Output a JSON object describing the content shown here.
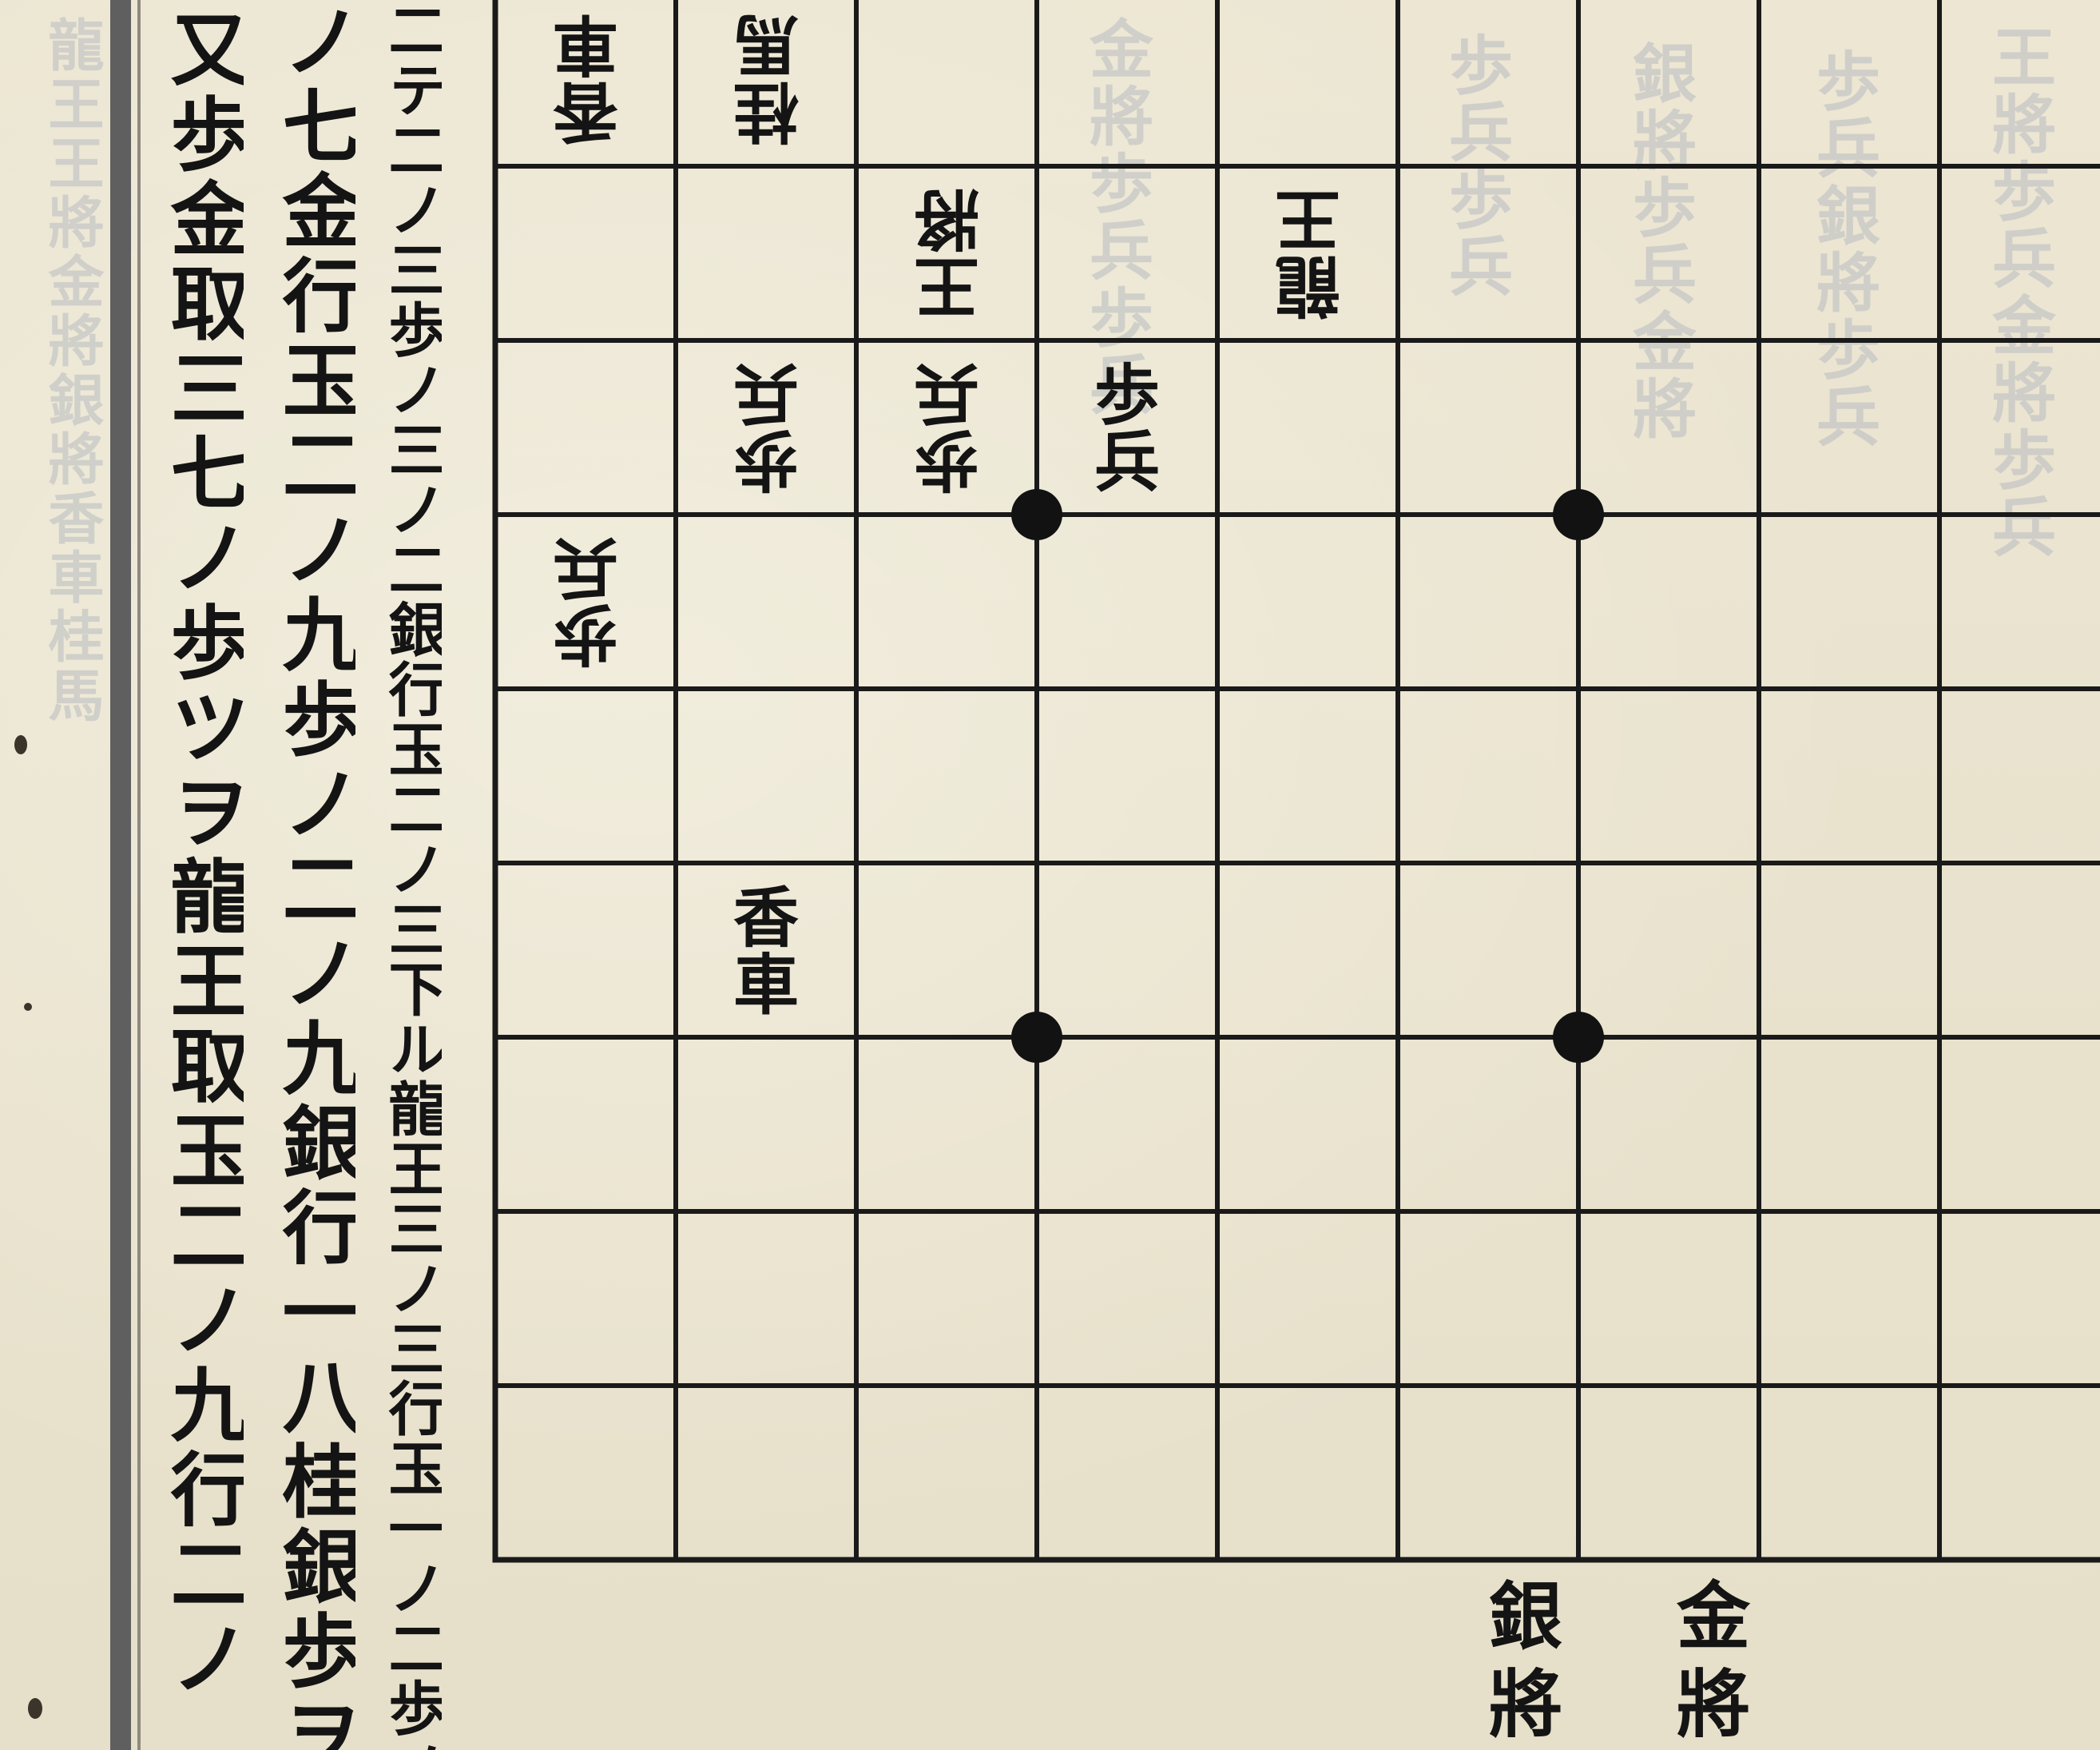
{
  "text_columns": [
    "二テ二ノ三歩ノ三ノ二銀行玉二ノ三下ル龍王三ノ三行玉一ノ二歩ノ龍王ニノ二",
    "ノ七金行玉二ノ九歩ノ二ノ九銀行一八桂銀歩ヲ取六八",
    "又歩金取三七ノ歩ツヲ龍王取玉二ノ九行二ノ"
  ],
  "board": {
    "pieces": [
      {
        "label": "香車",
        "row": 0,
        "col": 0,
        "style": "rotated"
      },
      {
        "label": "桂馬",
        "row": 0,
        "col": 1,
        "style": "rotated"
      },
      {
        "label": "王將",
        "row": 1,
        "col": 2,
        "style": "rotated"
      },
      {
        "label": "龍王",
        "row": 1,
        "col": 4,
        "style": "rotated"
      },
      {
        "label": "歩兵",
        "row": 2,
        "col": 1,
        "style": "rotated"
      },
      {
        "label": "歩兵",
        "row": 2,
        "col": 2,
        "style": "rotated"
      },
      {
        "label": "歩兵",
        "row": 2,
        "col": 3,
        "style": "upright"
      },
      {
        "label": "歩兵",
        "row": 3,
        "col": 0,
        "style": "rotated"
      },
      {
        "label": "香車",
        "row": 5,
        "col": 1,
        "style": "upright"
      }
    ],
    "hand_pieces": [
      "銀將",
      "金將"
    ]
  }
}
